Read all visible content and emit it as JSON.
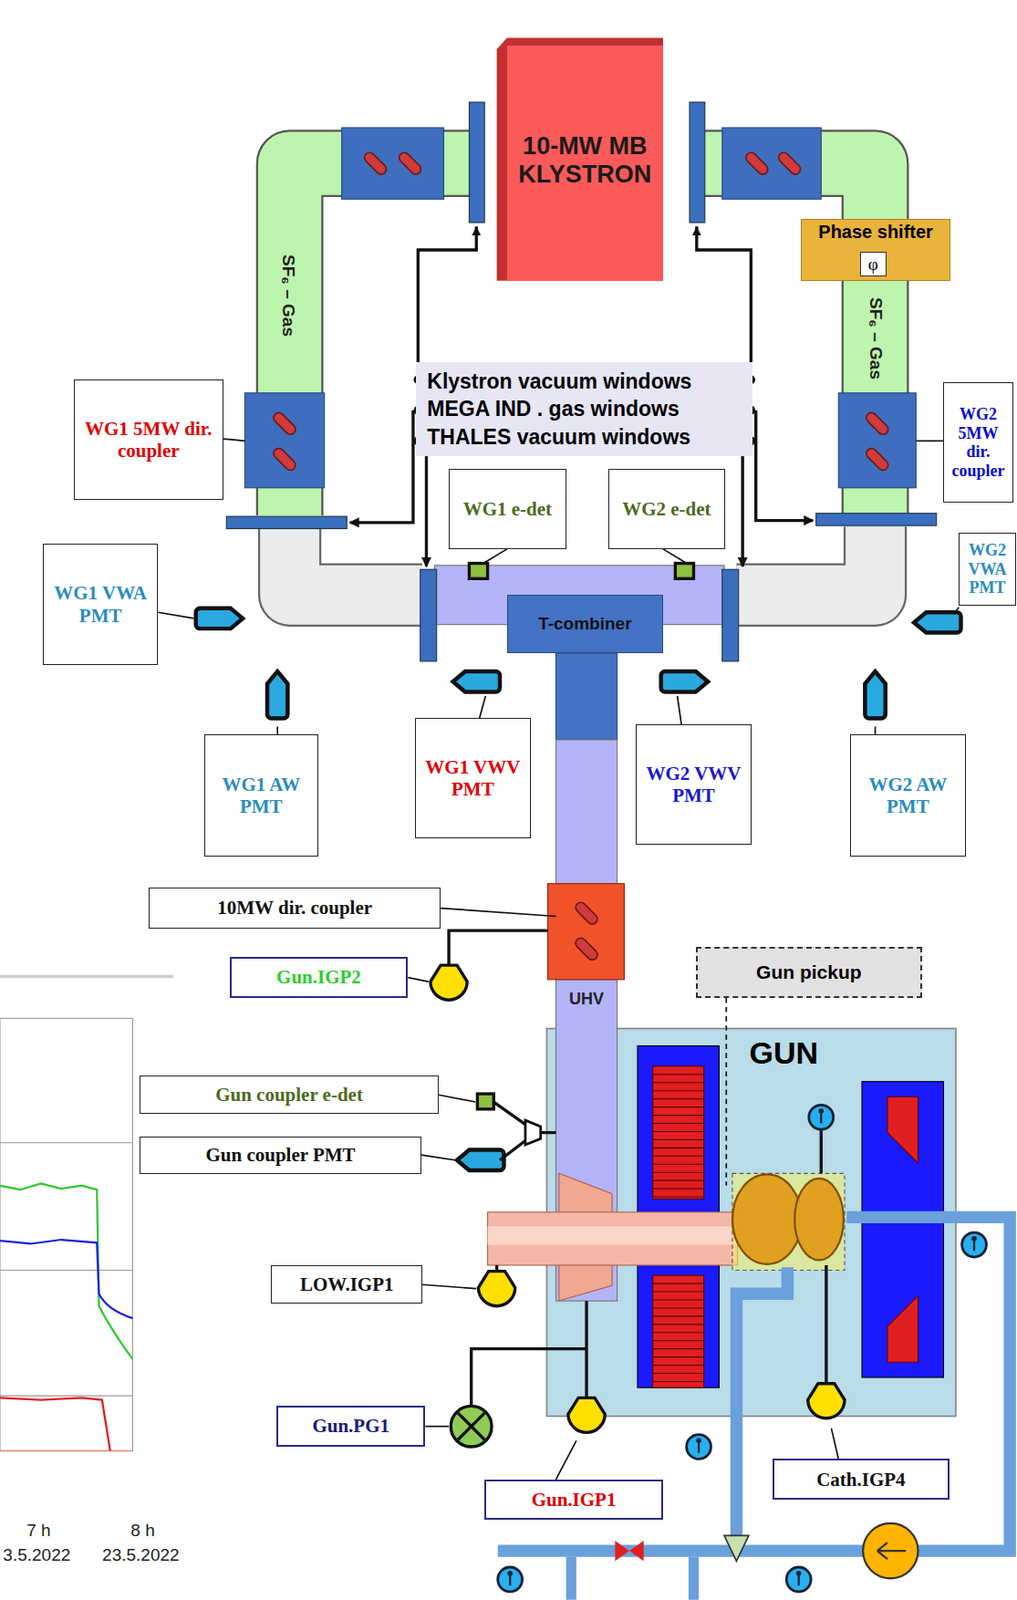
{
  "diagram": {
    "nodes": [
      {
        "text": [
          "10-MW MB KLYSTRON"
        ]
      },
      {
        "text": [
          "Phase shifter"
        ]
      },
      {
        "text": [
          "φ"
        ],
        "in": 1
      },
      {
        "text": [
          "Klystron vacuum windows",
          "MEGA IND . gas windows",
          "THALES vacuum windows"
        ]
      },
      {
        "text": [
          "WG1 5MW dir. coupler"
        ]
      },
      {
        "text": [
          "WG2 5MW dir. coupler"
        ]
      },
      {
        "text": [
          "WG1 e-det"
        ]
      },
      {
        "text": [
          "WG2 e-det"
        ]
      },
      {
        "text": [
          "WG1 VWA PMT"
        ]
      },
      {
        "text": [
          "WG2 VWA PMT"
        ]
      },
      {
        "text": [
          "T-combiner"
        ]
      },
      {
        "text": [
          "WG1 AW PMT"
        ]
      },
      {
        "text": [
          "WG1 VWV PMT"
        ]
      },
      {
        "text": [
          "WG2 VWV PMT"
        ]
      },
      {
        "text": [
          "WG2 AW PMT"
        ]
      },
      {
        "text": [
          "10MW dir. coupler"
        ]
      },
      {
        "text": [
          "Gun.IGP2"
        ]
      },
      {
        "text": [
          "Gun pickup"
        ]
      },
      {
        "text": [
          "GUN"
        ]
      },
      {
        "text": [
          "Gun coupler e-det"
        ]
      },
      {
        "text": [
          "Gun coupler PMT"
        ]
      },
      {
        "text": [
          "LOW.IGP1"
        ]
      },
      {
        "text": [
          "Gun.PG1"
        ]
      },
      {
        "text": [
          "Gun.IGP1"
        ]
      },
      {
        "text": [
          "Cath.IGP4"
        ]
      }
    ],
    "edges": [
      {
        "from": 3,
        "to": 0,
        "arrow": "to"
      },
      {
        "from": 3,
        "to": 0,
        "arrow": "to"
      }
    ],
    "labels": [
      "SF₆ – Gas",
      "SF₆ – Gas",
      "UHV",
      "7 h",
      "3.5.2022",
      "8 h",
      "23.5.2022"
    ]
  }
}
